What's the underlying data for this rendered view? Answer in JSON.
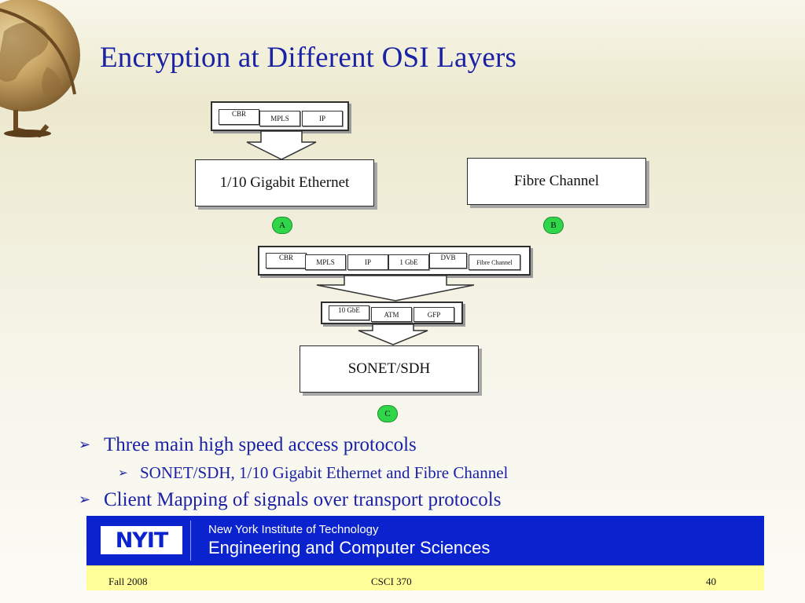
{
  "slide": {
    "title": "Encryption at Different OSI Layers"
  },
  "diagram": {
    "top_strip": [
      "CBR",
      "MPLS",
      "IP"
    ],
    "box_ethernet": "1/10 Gigabit Ethernet",
    "box_fibre": "Fibre Channel",
    "badge_a": "A",
    "badge_b": "B",
    "middle_strip": [
      "CBR",
      "MPLS",
      "IP",
      "1 GbE",
      "DVB",
      "Fibre Channel"
    ],
    "lower_strip": [
      "10 GbE",
      "ATM",
      "GFP"
    ],
    "box_sonet": "SONET/SDH",
    "badge_c": "C"
  },
  "bullets": {
    "b1": "Three main high speed access protocols",
    "b2": "SONET/SDH, 1/10 Gigabit Ethernet and Fibre Channel",
    "b3": "Client Mapping of signals over transport protocols"
  },
  "footer": {
    "logo": "NYIT",
    "institute": "New York Institute of Technology",
    "school": "Engineering and Computer Sciences",
    "left": "Fall 2008",
    "center": "CSCI 370",
    "page": "40"
  },
  "colors": {
    "title": "#1b22a5",
    "footer_blue": "#0b23cf",
    "footer_yellow": "#fffe99",
    "badge_green": "#2fd64a"
  }
}
